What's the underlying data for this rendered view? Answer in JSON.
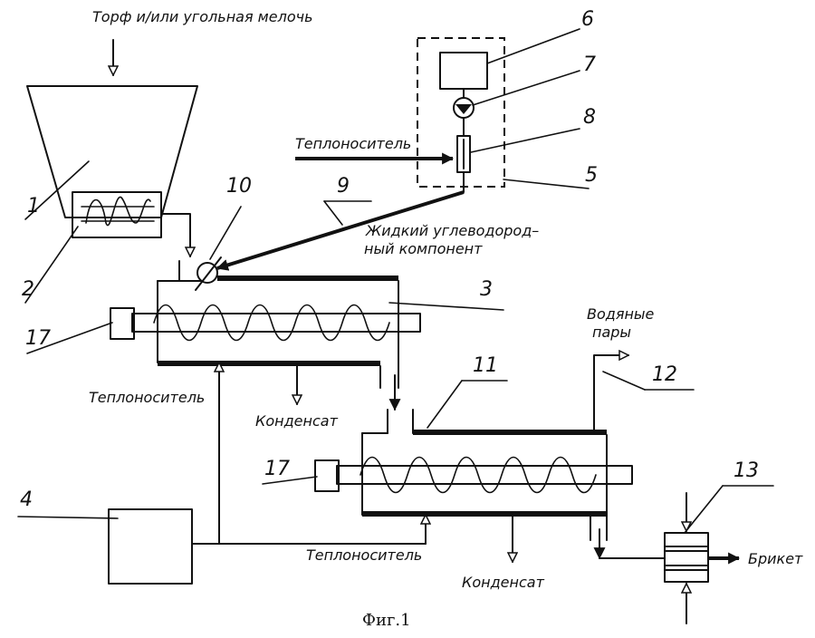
{
  "labels": {
    "feed": "Торф и/или угольная мелочь",
    "heat_carrier_top": "Теплоноситель",
    "liquid_component_line1": "Жидкий углеводород–",
    "liquid_component_line2": "ный компонент",
    "water_vapor_line1": "Водяные",
    "water_vapor_line2": "пары",
    "heat_carrier_left": "Теплоноситель",
    "condensate_upper": "Конденсат",
    "heat_carrier_bottom": "Теплоноситель",
    "condensate_lower": "Конденсат",
    "briquette": "Брикет"
  },
  "numbers": {
    "n1": "1",
    "n2": "2",
    "n3": "3",
    "n4": "4",
    "n5": "5",
    "n6": "6",
    "n7": "7",
    "n8": "8",
    "n9": "9",
    "n10": "10",
    "n11": "11",
    "n12": "12",
    "n13": "13",
    "n17a": "17",
    "n17b": "17"
  },
  "caption": "Фиг.1"
}
